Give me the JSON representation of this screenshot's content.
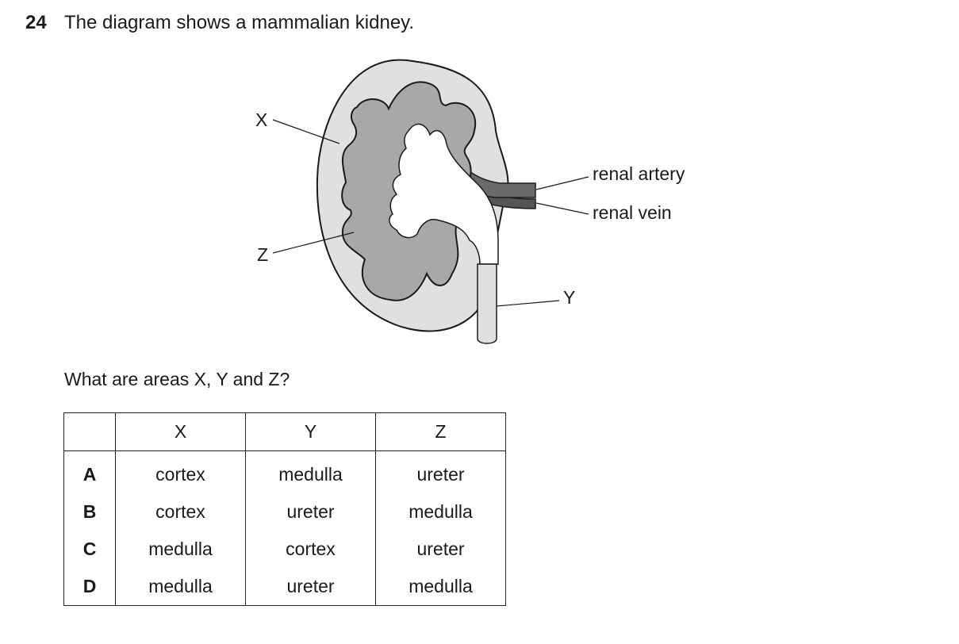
{
  "question": {
    "number": "24",
    "text": "The diagram shows a mammalian kidney."
  },
  "diagram": {
    "labels": {
      "x": "X",
      "y": "Y",
      "z": "Z",
      "renal_artery": "renal artery",
      "renal_vein": "renal vein"
    }
  },
  "prompt": "What are areas X, Y and Z?",
  "table": {
    "headers": [
      "",
      "X",
      "Y",
      "Z"
    ],
    "rows": [
      {
        "option": "A",
        "x": "cortex",
        "y": "medulla",
        "z": "ureter"
      },
      {
        "option": "B",
        "x": "cortex",
        "y": "ureter",
        "z": "medulla"
      },
      {
        "option": "C",
        "x": "medulla",
        "y": "cortex",
        "z": "ureter"
      },
      {
        "option": "D",
        "x": "medulla",
        "y": "ureter",
        "z": "medulla"
      }
    ]
  }
}
